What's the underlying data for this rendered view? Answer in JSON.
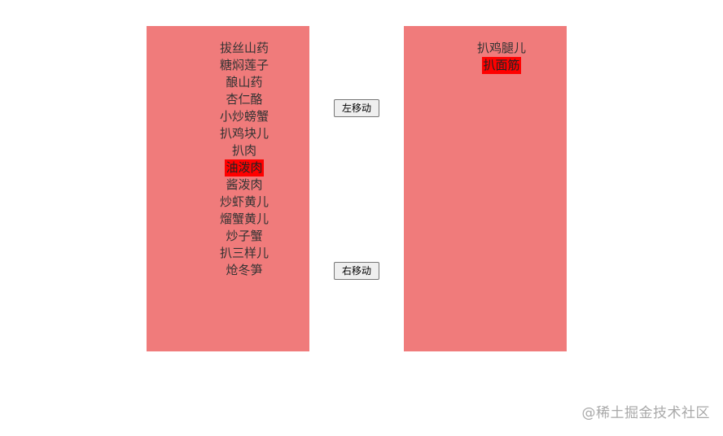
{
  "left_list": {
    "items": [
      {
        "label": "拔丝山药",
        "selected": false
      },
      {
        "label": "糖焖莲子",
        "selected": false
      },
      {
        "label": "酿山药",
        "selected": false
      },
      {
        "label": "杏仁酪",
        "selected": false
      },
      {
        "label": "小炒螃蟹",
        "selected": false
      },
      {
        "label": "扒鸡块儿",
        "selected": false
      },
      {
        "label": "扒肉",
        "selected": false
      },
      {
        "label": "油泼肉",
        "selected": true
      },
      {
        "label": "酱泼肉",
        "selected": false
      },
      {
        "label": "炒虾黄儿",
        "selected": false
      },
      {
        "label": "熘蟹黄儿",
        "selected": false
      },
      {
        "label": "炒子蟹",
        "selected": false
      },
      {
        "label": "扒三样儿",
        "selected": false
      },
      {
        "label": "炝冬笋",
        "selected": false
      }
    ]
  },
  "right_list": {
    "items": [
      {
        "label": "扒鸡腿儿",
        "selected": false
      },
      {
        "label": "扒面筋",
        "selected": true
      }
    ]
  },
  "controls": {
    "move_left_label": "左移动",
    "move_right_label": "右移动"
  },
  "colors": {
    "box_background": "#f07b7b",
    "selected_background": "#ff0000"
  },
  "watermark": "@稀土掘金技术社区"
}
